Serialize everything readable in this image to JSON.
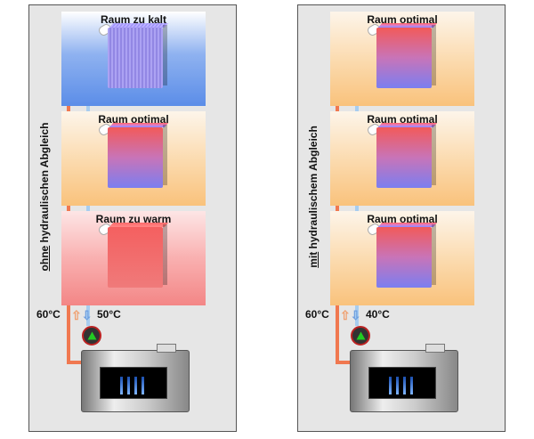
{
  "left": {
    "caption_underlined": "ohne",
    "caption_rest": " hydraulischen Abgleich",
    "rooms": [
      "Raum zu kalt",
      "Raum optimal",
      "Raum zu warm"
    ],
    "supply_temp": "60°C",
    "return_temp": "50°C"
  },
  "right": {
    "caption_underlined": "mit",
    "caption_rest": " hydraulischem Abgleich",
    "rooms": [
      "Raum optimal",
      "Raum optimal",
      "Raum optimal"
    ],
    "supply_temp": "60°C",
    "return_temp": "40°C"
  },
  "colors": {
    "supply_pipe": "#f07850",
    "return_pipe": "#a8cdf0"
  }
}
